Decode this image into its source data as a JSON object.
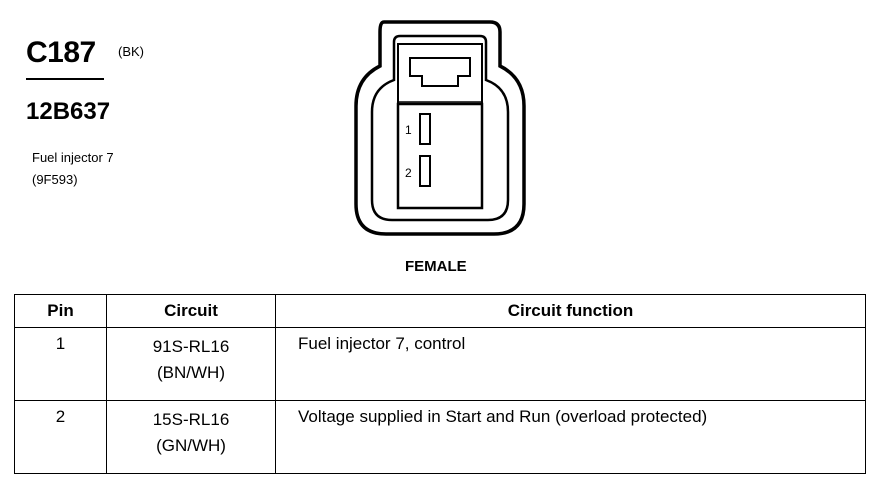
{
  "connector": {
    "id": "C187",
    "color_code": "(BK)",
    "part_number": "12B637",
    "component_name": "Fuel injector 7",
    "component_part": "(9F593)"
  },
  "diagram": {
    "view_label": "FEMALE",
    "pins": [
      "1",
      "2"
    ]
  },
  "table": {
    "headers": [
      "Pin",
      "Circuit",
      "Circuit function"
    ],
    "rows": [
      {
        "pin": "1",
        "circuit": "91S-RL16",
        "wire_color": "(BN/WH)",
        "function": "Fuel injector 7, control"
      },
      {
        "pin": "2",
        "circuit": "15S-RL16",
        "wire_color": "(GN/WH)",
        "function": "Voltage supplied in Start and Run (overload protected)"
      }
    ]
  }
}
